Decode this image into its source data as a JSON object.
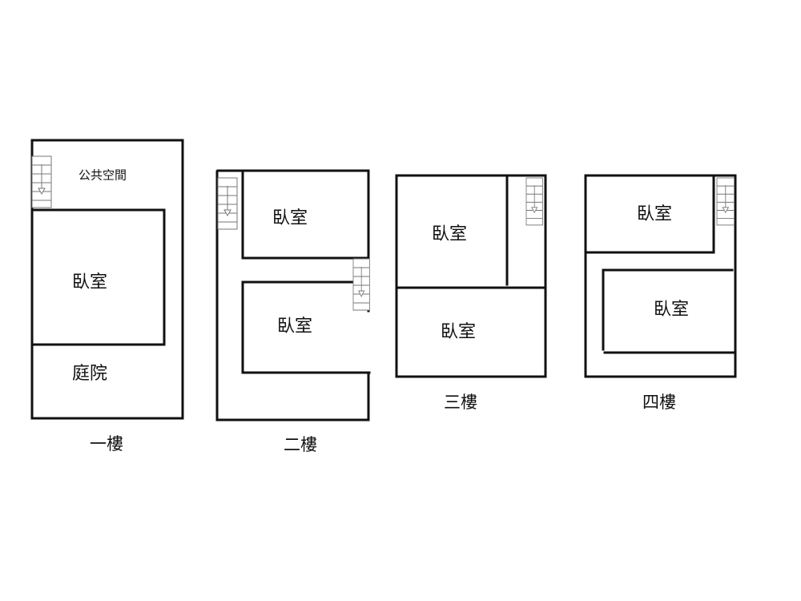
{
  "floors": [
    {
      "caption": "一樓",
      "rooms": [
        "公共空間",
        "臥室",
        "庭院"
      ]
    },
    {
      "caption": "二樓",
      "rooms": [
        "臥室",
        "臥室"
      ]
    },
    {
      "caption": "三樓",
      "rooms": [
        "臥室",
        "臥室"
      ]
    },
    {
      "caption": "四樓",
      "rooms": [
        "臥室",
        "臥室"
      ]
    }
  ],
  "colors": {
    "wall": "#111111",
    "stairs": "#777777"
  }
}
